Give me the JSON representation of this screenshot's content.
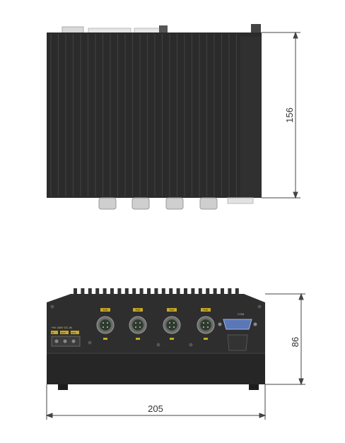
{
  "dimensions": {
    "depth": "156",
    "height": "86",
    "width": "205"
  },
  "front_panel": {
    "power_label": "+9V 160V DC-IN",
    "terminal_labels": [
      "IN",
      "GND",
      "RTN"
    ],
    "lan_label": "PoE",
    "serial_label": "COM"
  },
  "colors": {
    "chassis": "#2b2b2b",
    "fin": "#3a3a3a",
    "connector": "#7a7a7a",
    "label_accent": "#c8a826",
    "serial_blue": "#5a78b8",
    "dimension_line": "#444444"
  }
}
